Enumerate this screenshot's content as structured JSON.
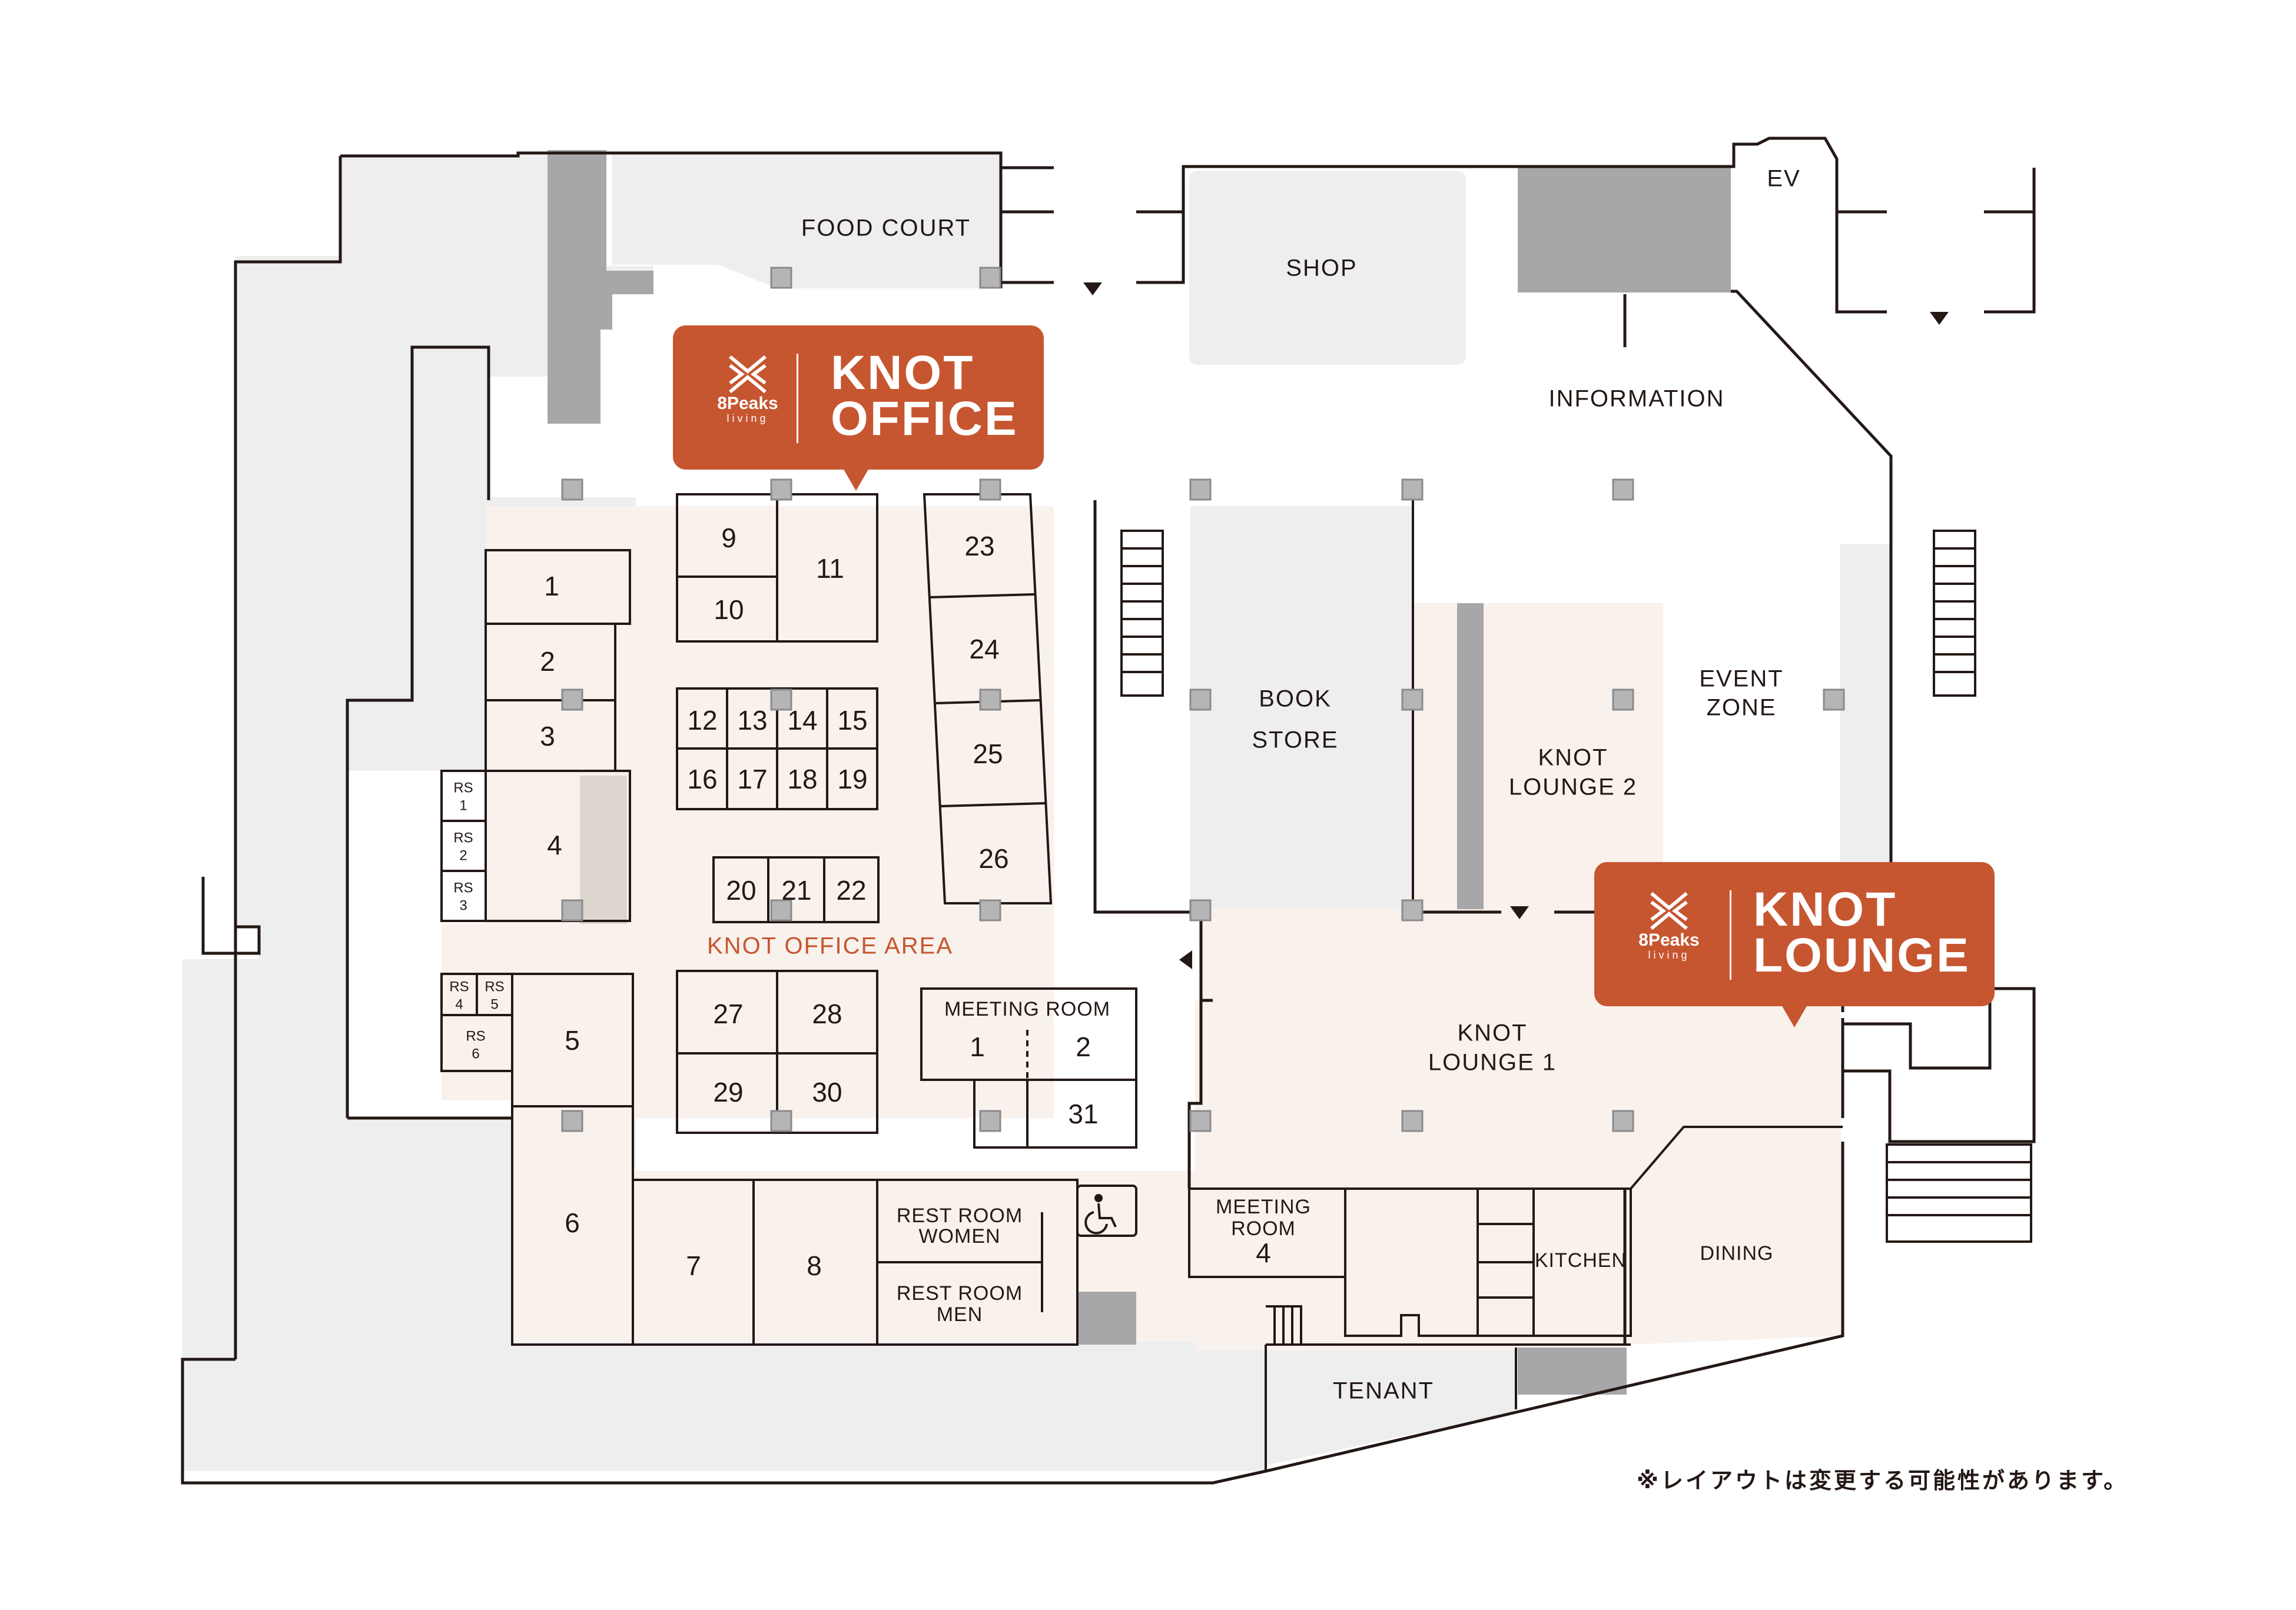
{
  "map": {
    "areas": {
      "food_court": "FOOD COURT",
      "shop": "SHOP",
      "ev": "EV",
      "information": "INFORMATION",
      "book_store_line1": "BOOK",
      "book_store_line2": "STORE",
      "event_zone_line1": "EVENT",
      "event_zone_line2": "ZONE",
      "knot_lounge2_line1": "KNOT",
      "knot_lounge2_line2": "LOUNGE 2",
      "knot_lounge1_line1": "KNOT",
      "knot_lounge1_line2": "LOUNGE 1",
      "knot_office_area": "KNOT OFFICE AREA",
      "meeting_room": "MEETING ROOM",
      "meeting_room_4_line1": "MEETING",
      "meeting_room_4_line2": "ROOM",
      "meeting_room_4_num": "4",
      "kitchen": "KITCHEN",
      "dining": "DINING",
      "tenant": "TENANT",
      "rest_room_women_line1": "REST ROOM",
      "rest_room_women_line2": "WOMEN",
      "rest_room_men_line1": "REST ROOM",
      "rest_room_men_line2": "MEN"
    },
    "rooms": [
      "1",
      "2",
      "3",
      "4",
      "5",
      "6",
      "7",
      "8",
      "9",
      "10",
      "11",
      "12",
      "13",
      "14",
      "15",
      "16",
      "17",
      "18",
      "19",
      "20",
      "21",
      "22",
      "23",
      "24",
      "25",
      "26",
      "27",
      "28",
      "29",
      "30",
      "31"
    ],
    "meeting_rooms": [
      "1",
      "2"
    ],
    "rs": {
      "label": "RS",
      "numbers": [
        "1",
        "2",
        "3",
        "4",
        "5",
        "6"
      ]
    },
    "icons": [
      "wheelchair-icon",
      "stairs-icon",
      "entrance-arrow-icon"
    ]
  },
  "badges": {
    "office": {
      "brand": "8Peaks",
      "sub": "living",
      "title_line1": "KNOT",
      "title_line2": "OFFICE"
    },
    "lounge": {
      "brand": "8Peaks",
      "sub": "living",
      "title_line1": "KNOT",
      "title_line2": "LOUNGE"
    }
  },
  "note": "※レイアウトは変更する可能性があります。",
  "colors": {
    "accent": "#c65630",
    "beige": "#f8f1ec",
    "gray": "#eeeeef",
    "dark_gray": "#a7a7a9",
    "line": "#231815"
  }
}
